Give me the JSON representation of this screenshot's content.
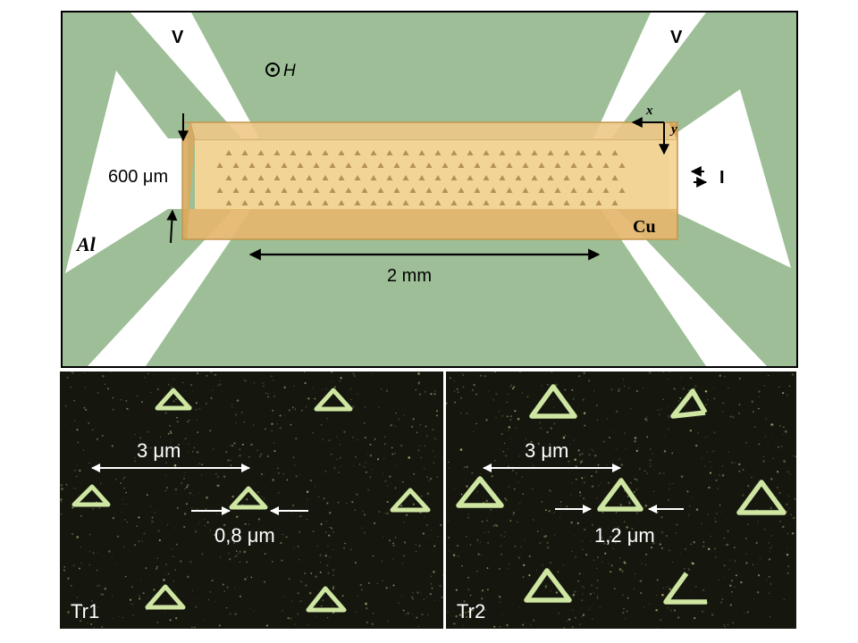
{
  "diagram": {
    "field_label": "H",
    "voltage_probe_left": "V",
    "voltage_probe_right": "V",
    "current_label": "I",
    "axis_x": "x",
    "axis_y": "y",
    "width_label": "600 μm",
    "length_label": "2 mm",
    "electrode_material": "Al",
    "film_material": "Cu",
    "colors": {
      "substrate": "#9dbe96",
      "film": "#f6d596",
      "film_edge": "#d2a25a",
      "triangle_dots": "#b89055",
      "electrode": "#ffffff"
    }
  },
  "micrographs": [
    {
      "label": "Tr1",
      "period_label": "3 μm",
      "size_label": "0,8 μm"
    },
    {
      "label": "Tr2",
      "period_label": "3 μm",
      "size_label": "1,2 μm"
    }
  ]
}
